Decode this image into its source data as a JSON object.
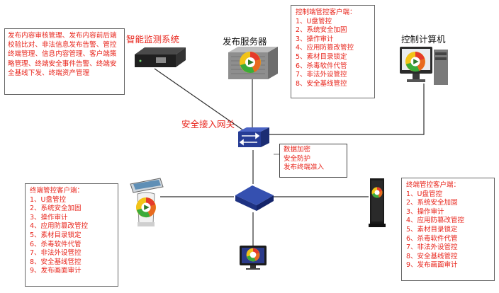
{
  "colors": {
    "accent_red": "#e8231a",
    "link": "#2f2f2f",
    "device_blue": "#2a3f9a"
  },
  "nodes": {
    "monitor_system": {
      "label": "智能监测系统"
    },
    "publish_server": {
      "label": "发布服务器"
    },
    "control_computer": {
      "label": "控制计算机"
    },
    "security_gateway": {
      "label": "安全接入网关"
    }
  },
  "monitor_note": {
    "text": "发布内容审核管理、发布内容前后端校验比对、非法信息发布告警、管控终端管理、信息内容管理、客户端策略管理、终端安全事件告警、终端安全基线下发、终端资产管理"
  },
  "control_client_box": {
    "title": "控制端管控客户端：",
    "items": [
      "1、U盘管控",
      "2、系统安全加固",
      "3、操作审计",
      "4、应用防篡改管控",
      "5、素材目录锁定",
      "6、杀毒软件代管",
      "7、非法外设管控",
      "8、安全基线管控"
    ]
  },
  "gateway_note": {
    "items": [
      "数据加密",
      "安全防护",
      "发布终端准入"
    ]
  },
  "terminal_client_left": {
    "title": "终端管控客户端：",
    "items": [
      "1、U盘管控",
      "2、系统安全加固",
      "3、操作审计",
      "4、应用防篡改管控",
      "5、素材目录锁定",
      "6、杀毒软件代管",
      "7、非法外设管控",
      "8、安全基线管控",
      "9、发布画面审计"
    ]
  },
  "terminal_client_right": {
    "title": "终端管控客户端：",
    "items": [
      "1、U盘管控",
      "2、系统安全加固",
      "3、操作审计",
      "4、应用防篡改管控",
      "5、素材目录锁定",
      "6、杀毒软件代管",
      "7、非法外设管控",
      "8、安全基线管控",
      "9、发布画面审计"
    ]
  }
}
